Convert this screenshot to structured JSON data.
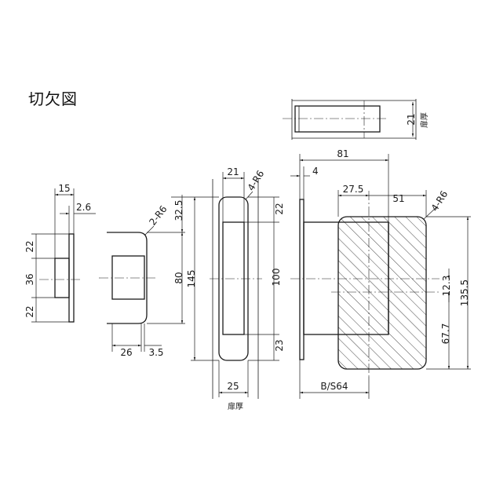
{
  "title": "切欠図",
  "labels": {
    "d15": "15",
    "d2_6": "2.6",
    "d22a": "22",
    "d36": "36",
    "d22b": "22",
    "d26": "26",
    "d3_5": "3.5",
    "r2": "2-R6",
    "d32_5": "32.5",
    "d80": "80",
    "d21": "21",
    "r4a": "4-R6",
    "d145": "145",
    "d100": "100",
    "d22c": "22",
    "d23": "23",
    "d25": "25",
    "door1": "扉厚",
    "d81": "81",
    "d4": "4",
    "d27_5": "27.5",
    "d51": "51",
    "r4b": "4-R6",
    "d12_3": "12.3",
    "d135_5": "135.5",
    "d67_7": "67.7",
    "bs": "B/S64",
    "d21top": "21",
    "door2": "扉厚"
  }
}
